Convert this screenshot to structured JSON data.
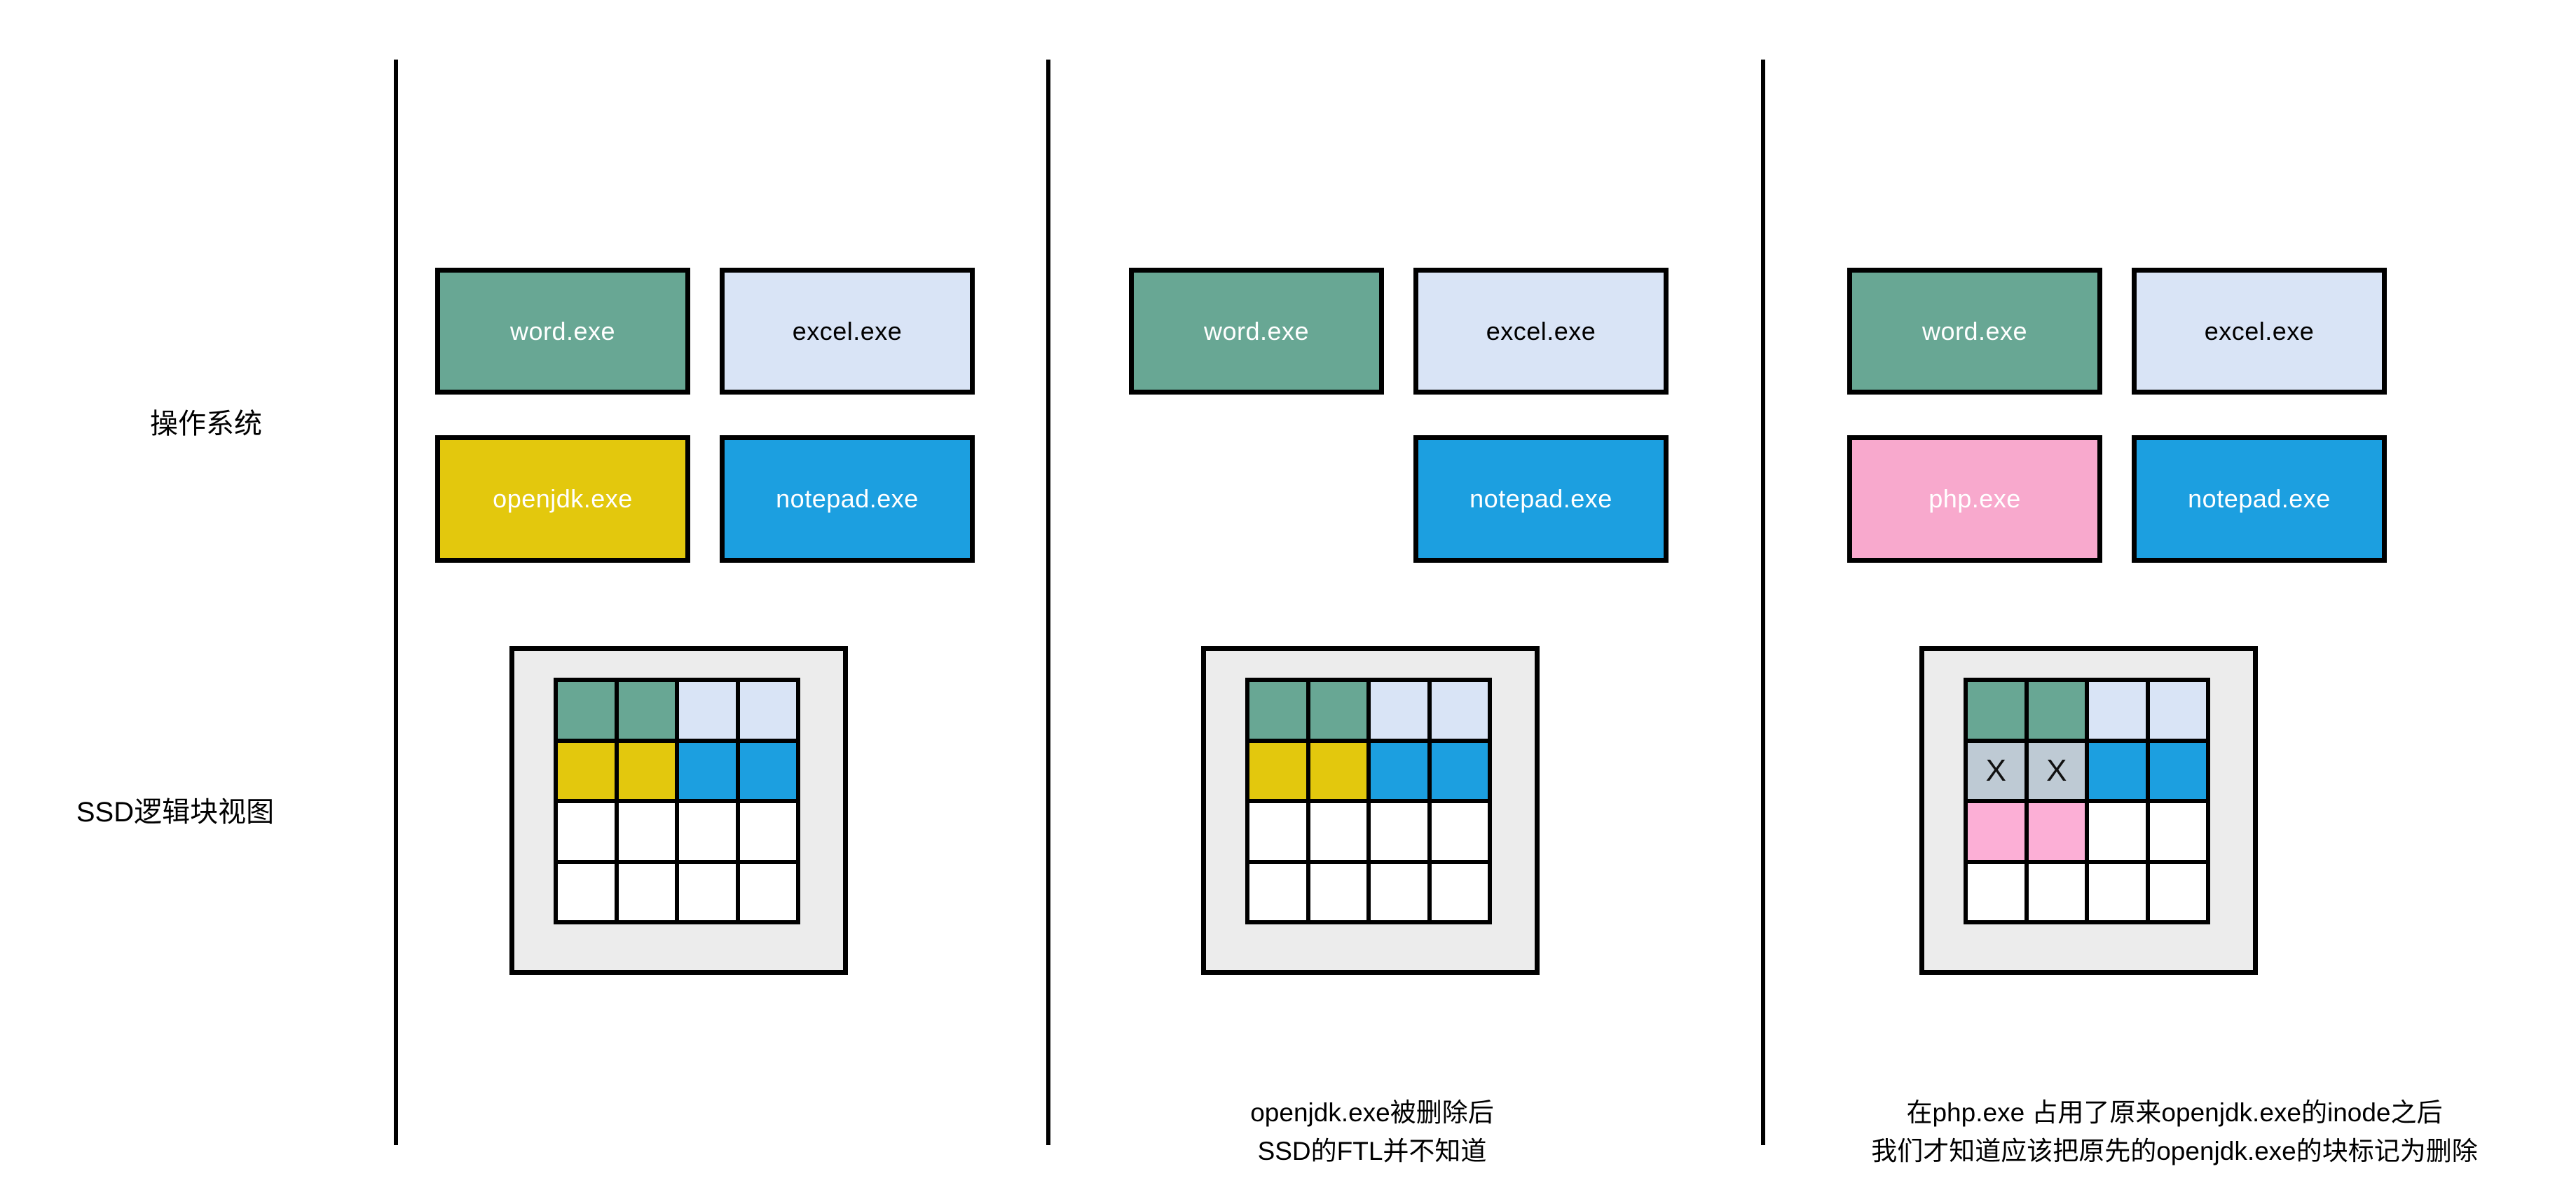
{
  "side_labels": {
    "os": "操作系统",
    "ssd": "SSD逻辑块视图"
  },
  "colors": {
    "green": "#68a794",
    "light_blue": "#d9e4f6",
    "yellow": "#e3c80d",
    "blue": "#1c9fe0",
    "pink": "#f8a9cd",
    "pink_cell": "#fcafd6",
    "gray": "#becad4",
    "white": "#ffffff"
  },
  "panels": [
    {
      "apps": {
        "top_left": {
          "label": "word.exe",
          "color": "green"
        },
        "top_right": {
          "label": "excel.exe",
          "color": "light_blue"
        },
        "bottom_left": {
          "label": "openjdk.exe",
          "color": "yellow"
        },
        "bottom_right": {
          "label": "notepad.exe",
          "color": "blue"
        }
      },
      "grid": {
        "cells": [
          [
            "green",
            "green",
            "light_blue",
            "light_blue"
          ],
          [
            "yellow",
            "yellow",
            "blue",
            "blue"
          ],
          [
            "white",
            "white",
            "white",
            "white"
          ],
          [
            "white",
            "white",
            "white",
            "white"
          ]
        ]
      },
      "caption": []
    },
    {
      "apps": {
        "top_left": {
          "label": "word.exe",
          "color": "green"
        },
        "top_right": {
          "label": "excel.exe",
          "color": "light_blue"
        },
        "bottom_right": {
          "label": "notepad.exe",
          "color": "blue"
        }
      },
      "grid": {
        "cells": [
          [
            "green",
            "green",
            "light_blue",
            "light_blue"
          ],
          [
            "yellow",
            "yellow",
            "blue",
            "blue"
          ],
          [
            "white",
            "white",
            "white",
            "white"
          ],
          [
            "white",
            "white",
            "white",
            "white"
          ]
        ]
      },
      "caption": [
        "openjdk.exe被删除后",
        "SSD的FTL并不知道"
      ]
    },
    {
      "apps": {
        "top_left": {
          "label": "word.exe",
          "color": "green"
        },
        "top_right": {
          "label": "excel.exe",
          "color": "light_blue"
        },
        "bottom_left": {
          "label": "php.exe",
          "color": "pink"
        },
        "bottom_right": {
          "label": "notepad.exe",
          "color": "blue"
        }
      },
      "grid": {
        "cells": [
          [
            "green",
            "green",
            "light_blue",
            "light_blue"
          ],
          [
            {
              "c": "gray",
              "t": "X"
            },
            {
              "c": "gray",
              "t": "X"
            },
            "blue",
            "blue"
          ],
          [
            "pink_cell",
            "pink_cell",
            "white",
            "white"
          ],
          [
            "white",
            "white",
            "white",
            "white"
          ]
        ]
      },
      "caption": [
        "在php.exe 占用了原来openjdk.exe的inode之后",
        "我们才知道应该把原先的openjdk.exe的块标记为删除"
      ]
    }
  ]
}
